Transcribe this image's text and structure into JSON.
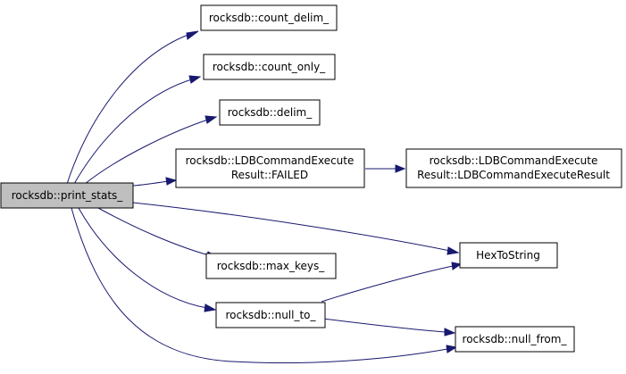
{
  "colors": {
    "edge": "#191970",
    "root_fill": "#bfbfbf",
    "node_fill": "#ffffff",
    "border": "#000000"
  },
  "nodes": {
    "root": {
      "lines": [
        "rocksdb::print_stats_"
      ]
    },
    "count_delim": {
      "lines": [
        "rocksdb::count_delim_"
      ]
    },
    "count_only": {
      "lines": [
        "rocksdb::count_only_"
      ]
    },
    "delim": {
      "lines": [
        "rocksdb::delim_"
      ]
    },
    "failed": {
      "lines": [
        "rocksdb::LDBCommandExecute",
        "Result::FAILED"
      ]
    },
    "ldb_result": {
      "lines": [
        "rocksdb::LDBCommandExecute",
        "Result::LDBCommandExecuteResult"
      ]
    },
    "hex_to_string": {
      "lines": [
        "HexToString"
      ]
    },
    "max_keys": {
      "lines": [
        "rocksdb::max_keys_"
      ]
    },
    "null_to": {
      "lines": [
        "rocksdb::null_to_"
      ]
    },
    "null_from": {
      "lines": [
        "rocksdb::null_from_"
      ]
    }
  }
}
